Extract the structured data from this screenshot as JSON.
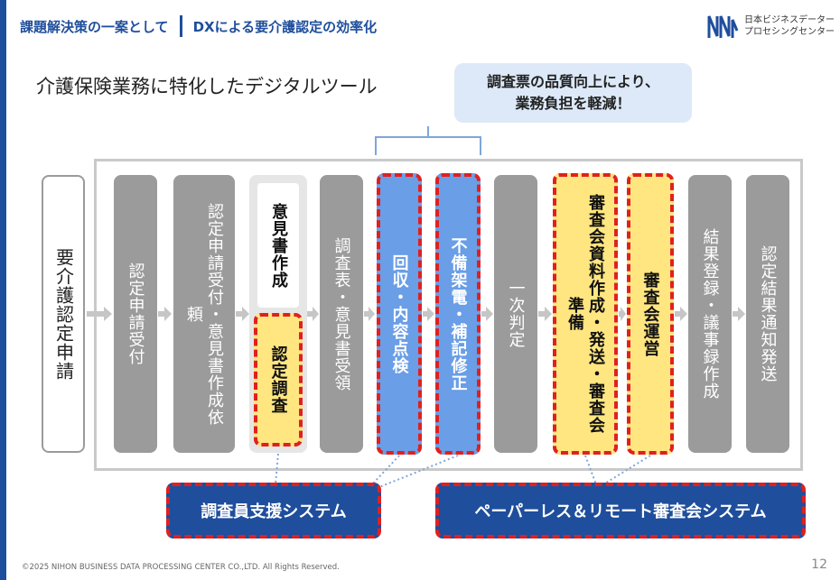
{
  "header": {
    "section": "課題解決策の一案として",
    "title": "DXによる要介護認定の効率化"
  },
  "logo": {
    "icon": "company-logo-icon",
    "line1": "日本ビジネスデーター",
    "line2": "プロセシングセンター"
  },
  "subtitle": "介護保険業務に特化したデジタルツール",
  "callout": {
    "line1": "調査票の品質向上により、",
    "line2": "業務負担を軽減！"
  },
  "steps": {
    "start": "要介護認定申請",
    "s1": "認定申請受付",
    "s2": "認定申請受付・意見書作成依頼",
    "s3_top": "意見書作成",
    "s3_bottom": "認定調査",
    "s4": "調査表・意見書受領",
    "s5": "回収・内容点検",
    "s6": "不備架電・補記修正",
    "s7": "一次判定",
    "s8": "審査会資料作成・発送・審査会準備",
    "s9": "審査会運営",
    "s10": "結果登録・議事録作成",
    "s11": "認定結果通知発送"
  },
  "systems": {
    "left": "調査員支援システム",
    "right": "ペーパーレス＆リモート審査会システム"
  },
  "footer": {
    "copyright": "©2025 NIHON BUSINESS DATA PROCESSING CENTER CO.,LTD.  All Rights Reserved.",
    "page": "12"
  },
  "colors": {
    "brand": "#1f4e9c",
    "grey_step": "#9b9b9b",
    "blue_step": "#6a9ee6",
    "yellow_step": "#ffe680",
    "dashed_border": "#e02020",
    "callout_bg": "#dde9f8"
  }
}
